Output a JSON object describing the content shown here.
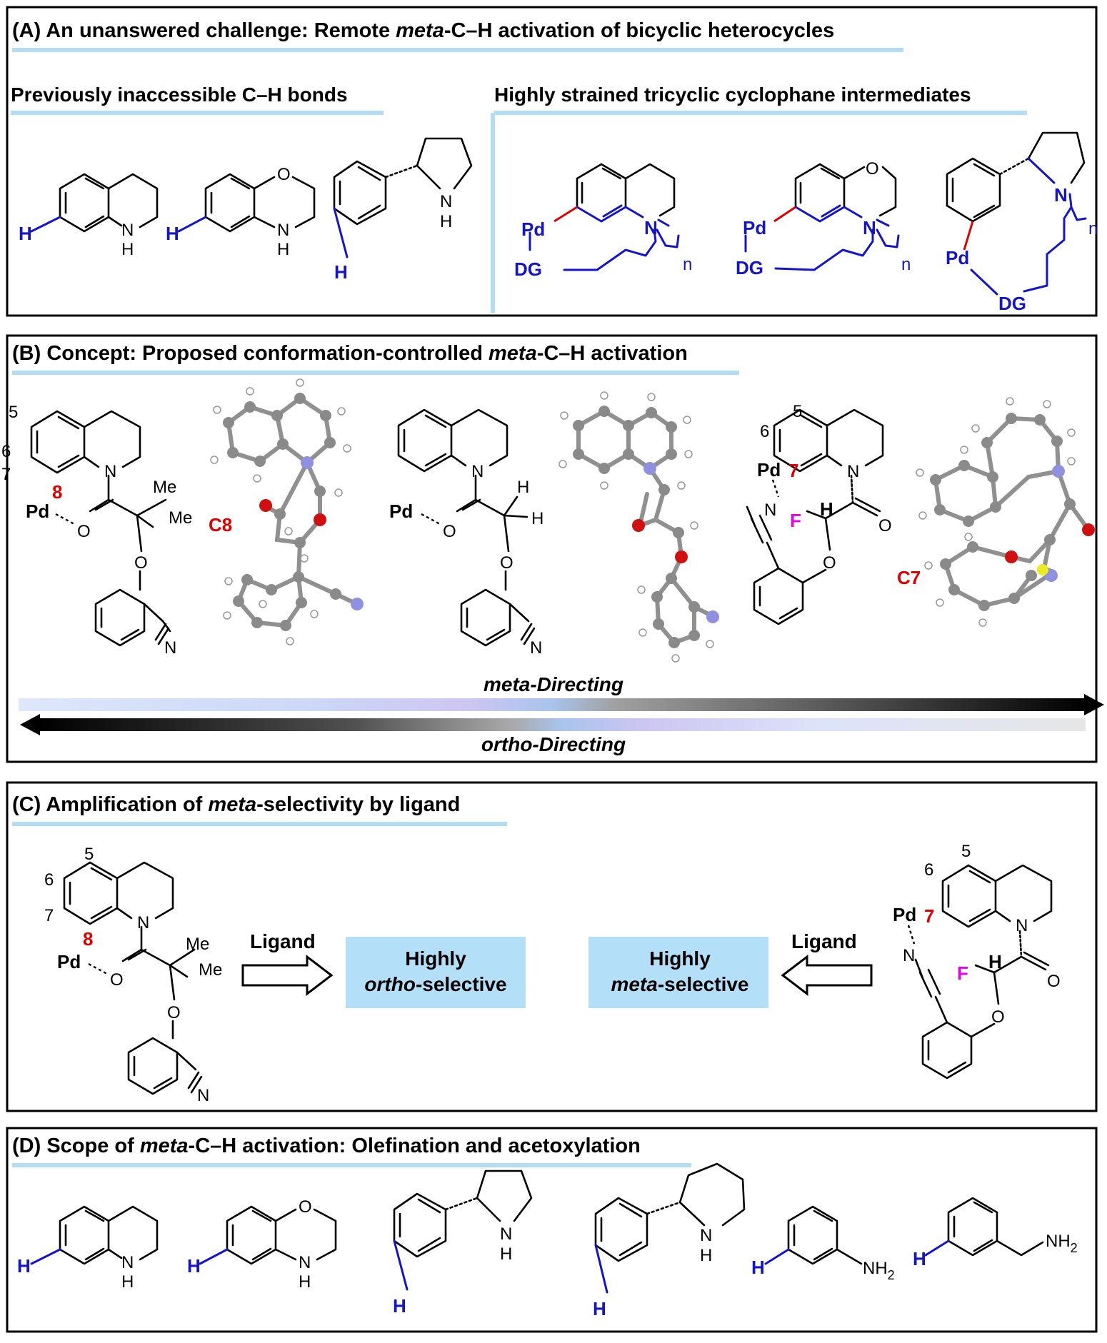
{
  "panels": {
    "a": {
      "title_prefix": "(A) An unanswered challenge: Remote ",
      "title_em": "meta",
      "title_suffix": "-C–H activation of bicyclic heterocycles",
      "left_subtitle": "Previously inaccessible C–H bonds",
      "right_subtitle": "Highly strained tricyclic cyclophane intermediates"
    },
    "b": {
      "title_prefix": "(B) Concept: Proposed conformation-controlled ",
      "title_em": "meta",
      "title_suffix": "-C–H activation",
      "meta_arrow_label": "meta-Directing",
      "ortho_arrow_label": "ortho-Directing",
      "c8_label": "C8",
      "c7_label": "C7"
    },
    "c": {
      "title_prefix": "(C) Amplification of ",
      "title_em": "meta",
      "title_suffix": "-selectivity by ligand",
      "ligand_label": "Ligand",
      "box_left_line1": "Highly",
      "box_left_em": "ortho",
      "box_left_suffix": "-selective",
      "box_right_line1": "Highly",
      "box_right_em": "meta",
      "box_right_suffix": "-selective"
    },
    "d": {
      "title_prefix": "(D) Scope of ",
      "title_em": "meta",
      "title_suffix": "-C–H activation: Olefination and acetoxylation"
    }
  },
  "atoms": {
    "H": "H",
    "N": "N",
    "O": "O",
    "NH": "NH",
    "Pd": "Pd",
    "DG": "DG",
    "F": "F",
    "Me": "Me",
    "n": "n",
    "NH2": "NH",
    "sub2": "2",
    "pos5": "5",
    "pos6": "6",
    "pos7": "7",
    "pos8": "8"
  },
  "colors": {
    "frame": "#000000",
    "title_underline": "#b3dcf5",
    "tether_blue": "#1414d0",
    "bond_red": "#e00000",
    "fluorine_magenta": "#e600e6",
    "selective_box": "#b3e0f8"
  }
}
